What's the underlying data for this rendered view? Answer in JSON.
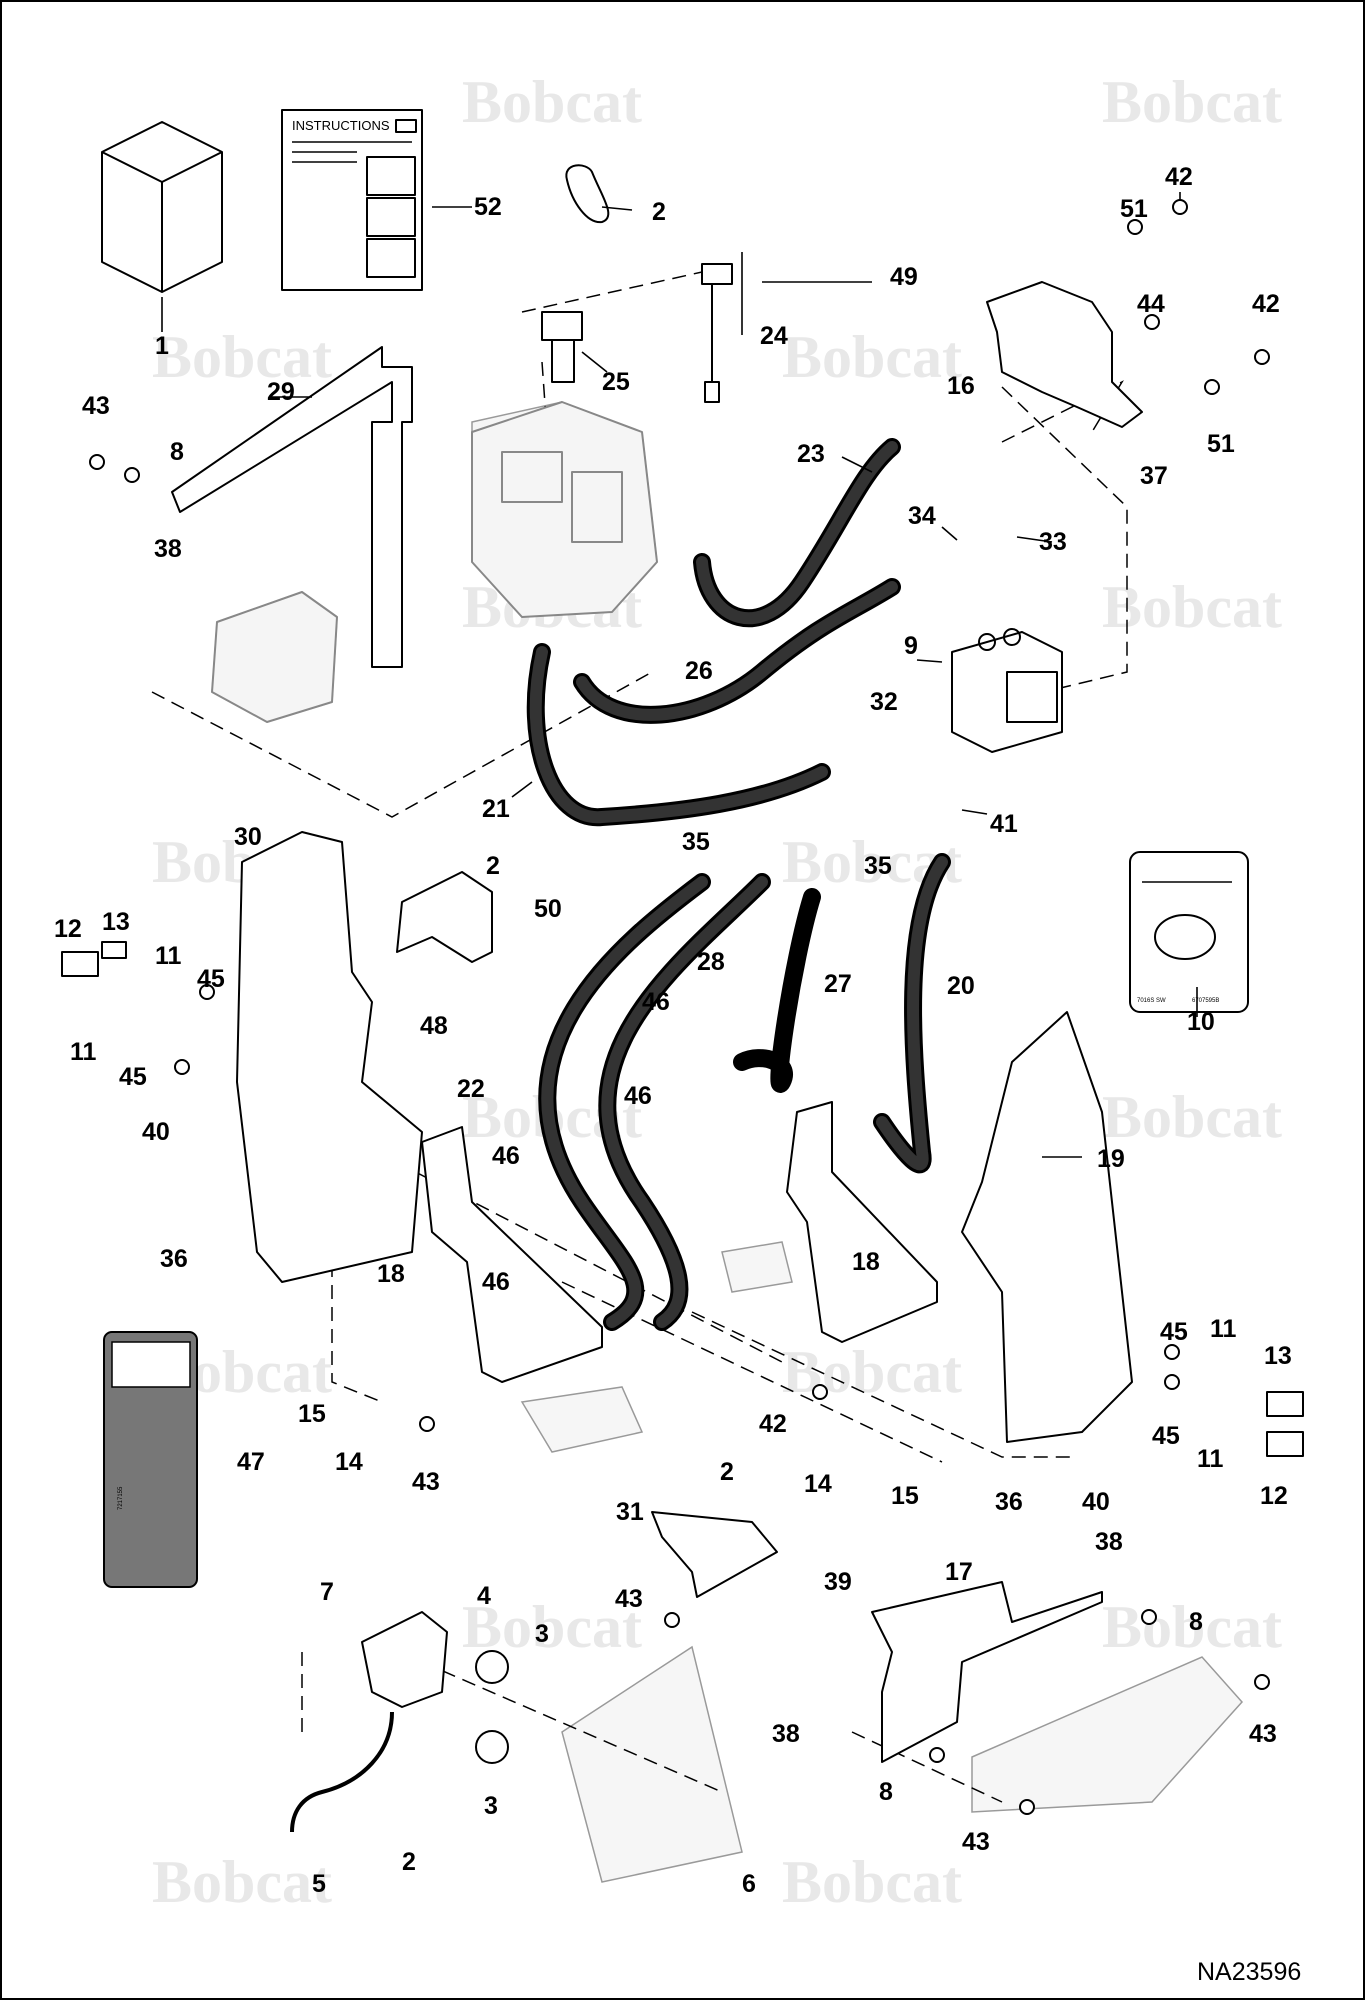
{
  "watermark_text": "Bobcat",
  "drawing_ref": "NA23596",
  "instructions_sheet_title": "INSTRUCTIONS",
  "decal_10_codes": [
    "7016S SW",
    "6707595B"
  ],
  "decal_47_code": "7217155",
  "callouts": [
    {
      "id": "c52",
      "label": "52"
    },
    {
      "id": "c2a",
      "label": "2"
    },
    {
      "id": "c1",
      "label": "1"
    },
    {
      "id": "c42a",
      "label": "42"
    },
    {
      "id": "c51a",
      "label": "51"
    },
    {
      "id": "c49",
      "label": "49"
    },
    {
      "id": "c44",
      "label": "44"
    },
    {
      "id": "c42b",
      "label": "42"
    },
    {
      "id": "c16",
      "label": "16"
    },
    {
      "id": "c51b",
      "label": "51"
    },
    {
      "id": "c37",
      "label": "37"
    },
    {
      "id": "c24",
      "label": "24"
    },
    {
      "id": "c25",
      "label": "25"
    },
    {
      "id": "c29",
      "label": "29"
    },
    {
      "id": "c43a",
      "label": "43"
    },
    {
      "id": "c8a",
      "label": "8"
    },
    {
      "id": "c38a",
      "label": "38"
    },
    {
      "id": "c23",
      "label": "23"
    },
    {
      "id": "c34",
      "label": "34"
    },
    {
      "id": "c33",
      "label": "33"
    },
    {
      "id": "c9",
      "label": "9"
    },
    {
      "id": "c26",
      "label": "26"
    },
    {
      "id": "c32",
      "label": "32"
    },
    {
      "id": "c21",
      "label": "21"
    },
    {
      "id": "c41",
      "label": "41"
    },
    {
      "id": "c35a",
      "label": "35"
    },
    {
      "id": "c35b",
      "label": "35"
    },
    {
      "id": "c30",
      "label": "30"
    },
    {
      "id": "c2b",
      "label": "2"
    },
    {
      "id": "c50",
      "label": "50"
    },
    {
      "id": "c12a",
      "label": "12"
    },
    {
      "id": "c13a",
      "label": "13"
    },
    {
      "id": "c11a",
      "label": "11"
    },
    {
      "id": "c45a",
      "label": "45"
    },
    {
      "id": "c11b",
      "label": "11"
    },
    {
      "id": "c45b",
      "label": "45"
    },
    {
      "id": "c48",
      "label": "48"
    },
    {
      "id": "c28",
      "label": "28"
    },
    {
      "id": "c27",
      "label": "27"
    },
    {
      "id": "c20",
      "label": "20"
    },
    {
      "id": "c10",
      "label": "10"
    },
    {
      "id": "c46a",
      "label": "46"
    },
    {
      "id": "c22",
      "label": "22"
    },
    {
      "id": "c46b",
      "label": "46"
    },
    {
      "id": "c40a",
      "label": "40"
    },
    {
      "id": "c19",
      "label": "19"
    },
    {
      "id": "c46c",
      "label": "46"
    },
    {
      "id": "c46d",
      "label": "46"
    },
    {
      "id": "c36a",
      "label": "36"
    },
    {
      "id": "c18a",
      "label": "18"
    },
    {
      "id": "c18b",
      "label": "18"
    },
    {
      "id": "c45c",
      "label": "45"
    },
    {
      "id": "c11c",
      "label": "11"
    },
    {
      "id": "c13b",
      "label": "13"
    },
    {
      "id": "c45d",
      "label": "45"
    },
    {
      "id": "c11d",
      "label": "11"
    },
    {
      "id": "c12b",
      "label": "12"
    },
    {
      "id": "c15a",
      "label": "15"
    },
    {
      "id": "c14a",
      "label": "14"
    },
    {
      "id": "c43b",
      "label": "43"
    },
    {
      "id": "c47",
      "label": "47"
    },
    {
      "id": "c42c",
      "label": "42"
    },
    {
      "id": "c14b",
      "label": "14"
    },
    {
      "id": "c15b",
      "label": "15"
    },
    {
      "id": "c36b",
      "label": "36"
    },
    {
      "id": "c40b",
      "label": "40"
    },
    {
      "id": "c2c",
      "label": "2"
    },
    {
      "id": "c31",
      "label": "31"
    },
    {
      "id": "c39",
      "label": "39"
    },
    {
      "id": "c43c",
      "label": "43"
    },
    {
      "id": "c17",
      "label": "17"
    },
    {
      "id": "c38b",
      "label": "38"
    },
    {
      "id": "c8b",
      "label": "8"
    },
    {
      "id": "c7",
      "label": "7"
    },
    {
      "id": "c4",
      "label": "4"
    },
    {
      "id": "c3a",
      "label": "3"
    },
    {
      "id": "c3b",
      "label": "3"
    },
    {
      "id": "c5",
      "label": "5"
    },
    {
      "id": "c2d",
      "label": "2"
    },
    {
      "id": "c6",
      "label": "6"
    },
    {
      "id": "c38c",
      "label": "38"
    },
    {
      "id": "c8c",
      "label": "8"
    },
    {
      "id": "c43d",
      "label": "43"
    },
    {
      "id": "c43e",
      "label": "43"
    }
  ]
}
